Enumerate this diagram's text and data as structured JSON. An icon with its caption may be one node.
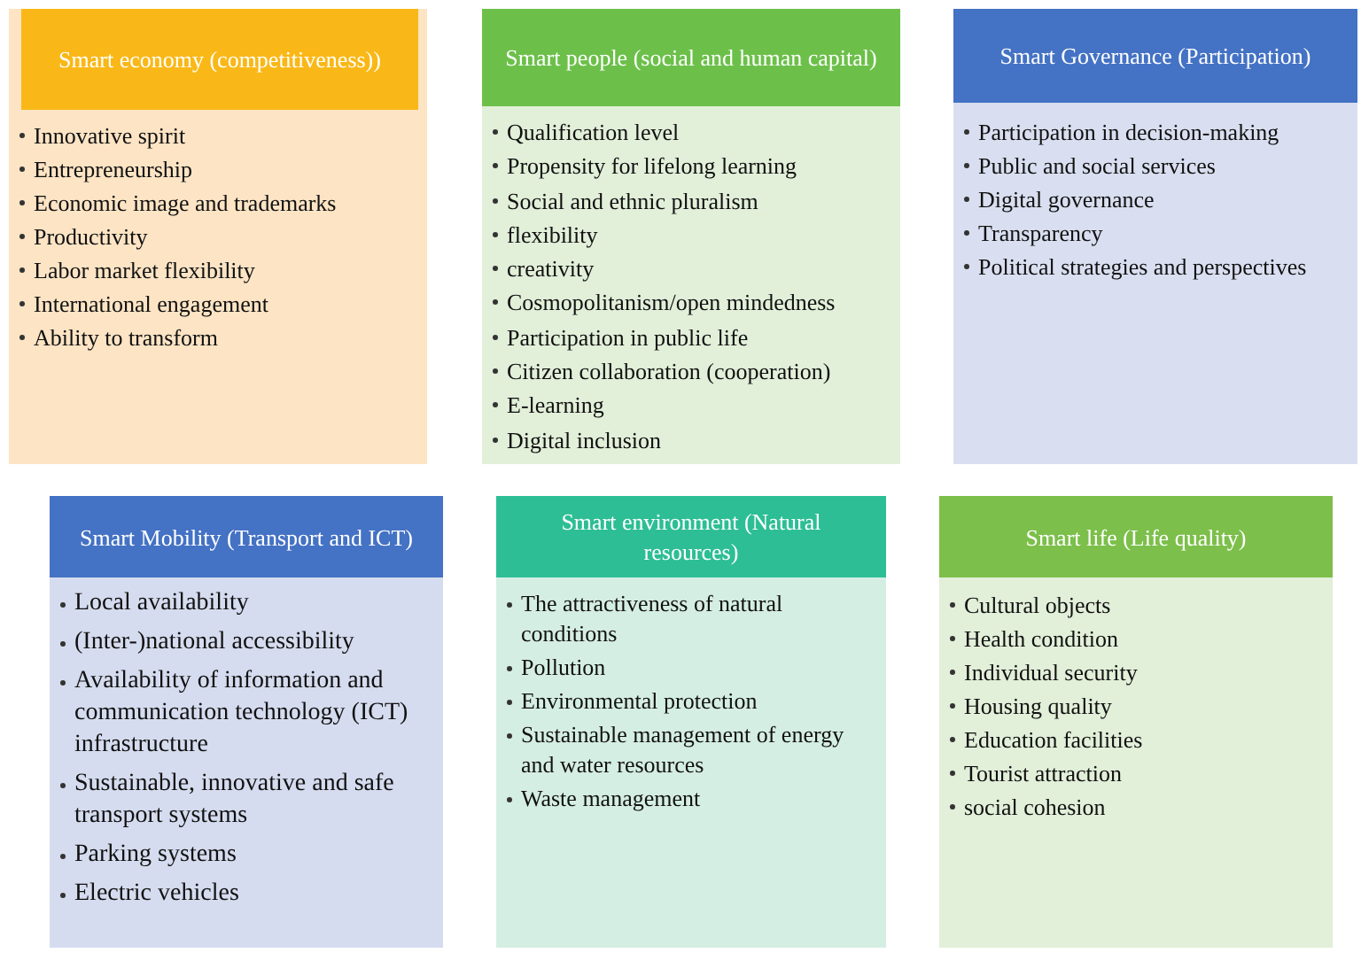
{
  "diagram": {
    "nodes": [
      {
        "text": [
          "Smart economy (competitiveness))",
          "Innovative spirit",
          "Entrepreneurship",
          "Economic image and trademarks",
          "Productivity",
          "Labor market flexibility",
          "International engagement",
          "Ability to transform"
        ]
      },
      {
        "text": [
          "Smart people (social and human capital)",
          "Qualification level",
          "Propensity for lifelong learning",
          "Social and ethnic pluralism",
          "flexibility",
          "creativity",
          "Cosmopolitanism/open mindedness",
          "Participation in public life",
          "Citizen collaboration (cooperation)",
          "E-learning",
          "Digital inclusion"
        ]
      },
      {
        "text": [
          "Smart Governance (Participation)",
          "Participation in decision-making",
          "Public and social services",
          "Digital governance",
          "Transparency",
          "Political strategies and perspectives"
        ]
      },
      {
        "text": [
          "Smart Mobility (Transport and ICT)",
          "Local availability",
          "(Inter-)national accessibility",
          "Availability of information and communication technology (ICT) infrastructure",
          "Sustainable, innovative and safe transport systems",
          "Parking systems",
          "Electric vehicles"
        ]
      },
      {
        "text": [
          "Smart environment (Natural resources)",
          "The attractiveness of natural conditions",
          "Pollution",
          "Environmental protection",
          "Sustainable management of energy and water resources",
          "Waste management"
        ]
      },
      {
        "text": [
          "Smart life (Life quality)",
          "Cultural objects",
          "Health condition",
          "Individual security",
          "Housing quality",
          "Education facilities",
          "Tourist attraction",
          "social cohesion"
        ]
      }
    ]
  }
}
